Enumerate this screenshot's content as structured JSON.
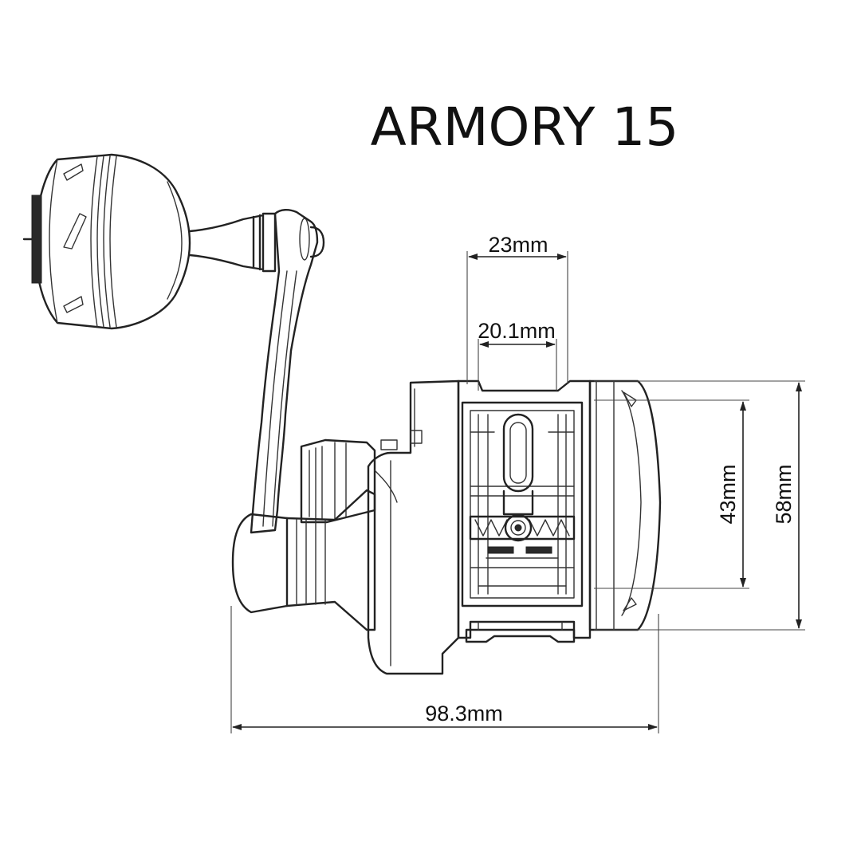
{
  "title": "ARMORY 15",
  "dimensions": {
    "width_top": "23mm",
    "width_inner": "20.1mm",
    "height_inner": "43mm",
    "height_outer": "58mm",
    "length_total": "98.3mm"
  },
  "colors": {
    "line": "#222222",
    "background": "#ffffff"
  }
}
